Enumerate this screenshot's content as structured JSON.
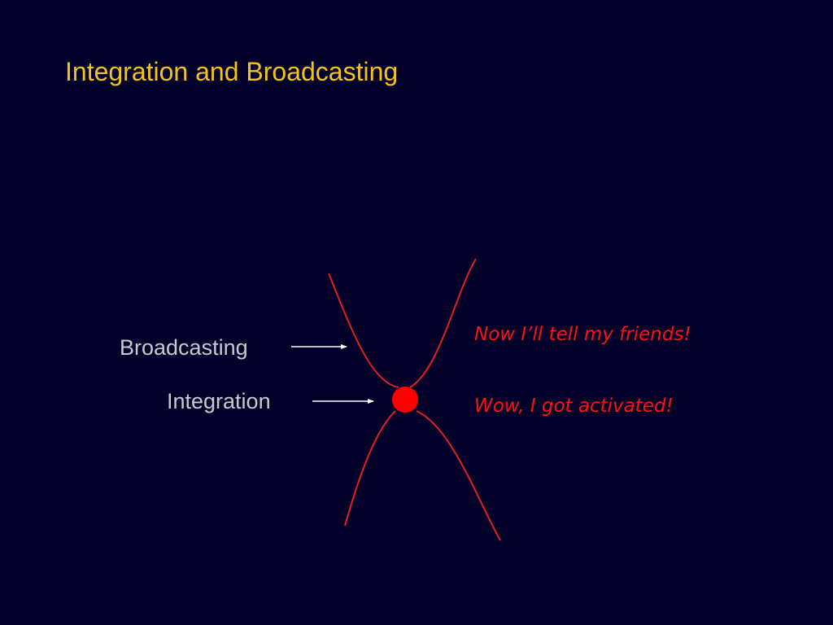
{
  "slide": {
    "title": "Integration and Broadcasting"
  },
  "labels": {
    "broadcasting": "Broadcasting",
    "integration": "Integration"
  },
  "notes": {
    "top": "Now I’ll tell my friends!",
    "bottom": "Wow, I got activated!"
  },
  "colors": {
    "background": "#03002a",
    "title": "#f2c318",
    "label": "#c9c9cc",
    "accent": "#ff1010",
    "arrow": "#ffffff"
  }
}
